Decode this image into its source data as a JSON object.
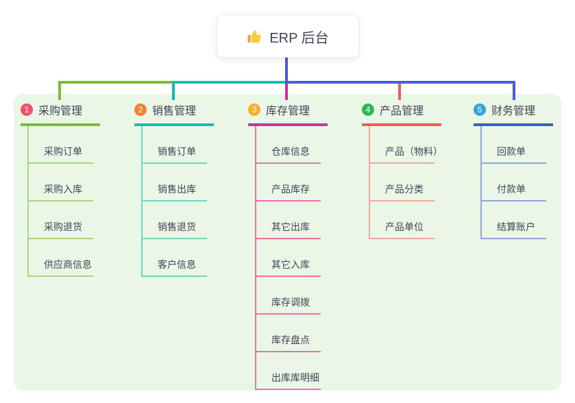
{
  "root": {
    "icon": "thumbs-up-icon",
    "label": "ERP 后台"
  },
  "colors": {
    "stem_blue": "#4A5ED2",
    "bus_green": "#7CBB3F",
    "bus_teal": "#17BBAB",
    "panel_bg": "#EBF7E6",
    "text": "#3B4556",
    "card_bg": "#FFFFFF",
    "icon_yellow": "#FFC83D"
  },
  "branches": [
    {
      "num": "1",
      "title": "采购管理",
      "badge_color": "#F0506A",
      "line_color": "#7CBB3F",
      "child_line_color": "#A9D57E",
      "items": [
        "采购订单",
        "采购入库",
        "采购退货",
        "供应商信息"
      ]
    },
    {
      "num": "2",
      "title": "销售管理",
      "badge_color": "#F28136",
      "line_color": "#17BBAB",
      "child_line_color": "#72D2C4",
      "items": [
        "销售订单",
        "销售出库",
        "销售退货",
        "客户信息"
      ]
    },
    {
      "num": "3",
      "title": "库存管理",
      "badge_color": "#F7AE33",
      "line_color": "#CC3296",
      "child_line_color": "#EE6FAD",
      "items": [
        "仓库信息",
        "产品库存",
        "其它出库",
        "其它入库",
        "库存调拨",
        "库存盘点",
        "出库库明细"
      ]
    },
    {
      "num": "4",
      "title": "产品管理",
      "badge_color": "#2FB857",
      "line_color": "#F15C5C",
      "child_line_color": "#F5A5A0",
      "items": [
        "产品（物料）",
        "产品分类",
        "产品单位"
      ]
    },
    {
      "num": "5",
      "title": "财务管理",
      "badge_color": "#35A3DC",
      "line_color": "#3E5BCC",
      "child_line_color": "#8CA3DE",
      "items": [
        "回款单",
        "付款单",
        "结算账户"
      ]
    }
  ]
}
